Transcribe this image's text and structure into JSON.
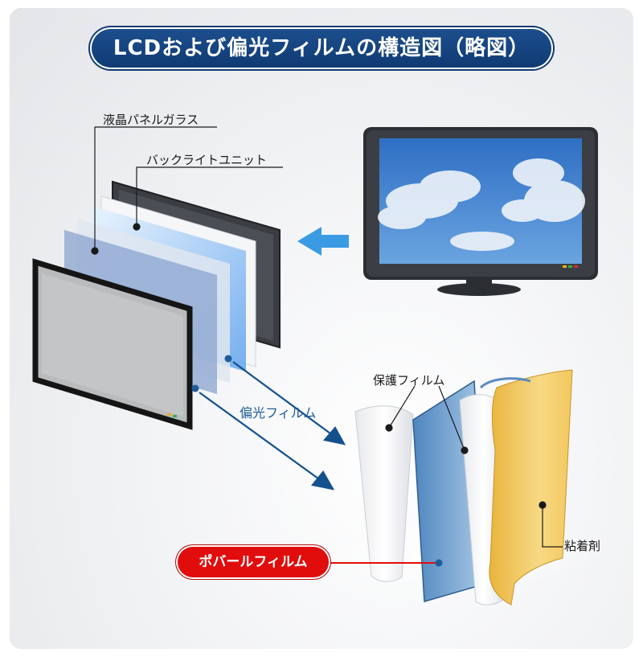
{
  "title": "LCDおよび偏光フィルムの構造図（略図）",
  "labels": {
    "lcd_glass": "液晶パネルガラス",
    "backlight": "バックライトユニット",
    "polarizer": "偏光フィルム",
    "protect_film": "保護フィルム",
    "adhesive": "粘着剤",
    "poval_film": "ポバールフィルム"
  },
  "colors": {
    "title_bg": "#0f3a72",
    "accent_blue": "#1e5d99",
    "arrow_light_blue": "#3a9be3",
    "red_badge": "#e10c0c",
    "adhesive_yellow": "#f2c24a"
  },
  "icons": [
    "tv-monitor-icon",
    "left-arrow-icon",
    "down-right-arrow-icon"
  ]
}
